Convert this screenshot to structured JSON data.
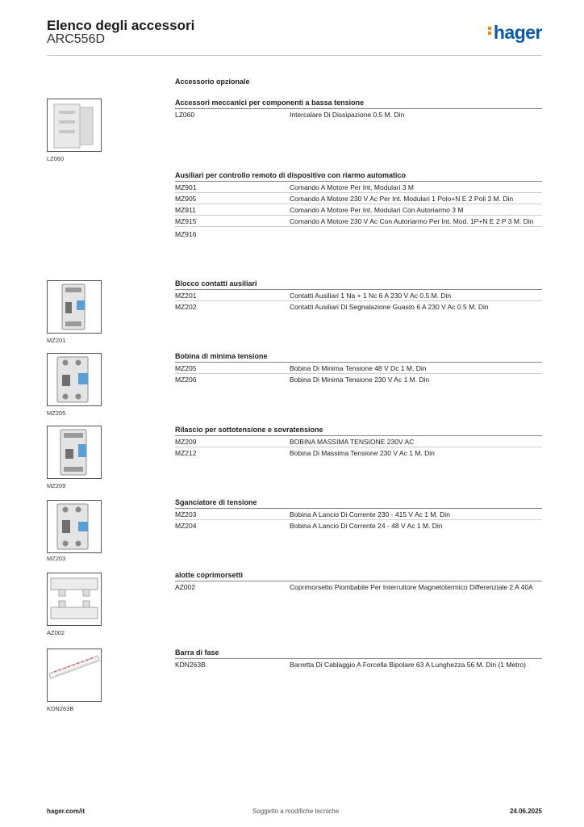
{
  "header": {
    "title": "Elenco degli accessori",
    "subtitle": "ARC556D",
    "brand": "hager"
  },
  "optional_label": "Accessorio opzionale",
  "sections": [
    {
      "title": "Accessori meccanici per componenti a bassa tensione",
      "rows": [
        {
          "code": "LZ060",
          "desc": "Intercalare Di Dissipazione 0.5 M. Din"
        }
      ]
    },
    {
      "title": "Ausiliari per controllo remoto di dispositivo con riarmo automatico",
      "rows": [
        {
          "code": "MZ901",
          "desc": "Comando A Motore Per Int. Modulari 3 M"
        },
        {
          "code": "MZ905",
          "desc": "Comando A Motore 230 V Ac Per Int. Modulari 1 Polo+N E 2 Poli 3 M. Din"
        },
        {
          "code": "MZ911",
          "desc": "Comando A Motore Per Int. Modulari Con Autoriarmo 3 M"
        },
        {
          "code": "MZ915",
          "desc": "Comando A Motore 230 V Ac Con Autoriarmo Per Int. Mod. 1P+N E 2 P 3 M. Din"
        },
        {
          "code": "MZ916",
          "desc": ""
        }
      ]
    },
    {
      "title": "Blocco contatti ausiliari",
      "rows": [
        {
          "code": "MZ201",
          "desc": "Contatti Ausiliari 1 Na + 1 Nc 6 A 230 V Ac 0.5 M. Din"
        },
        {
          "code": "MZ202",
          "desc": "Contatti Ausiliari Di Segnalazione Guasto 6 A 230 V Ac 0.5 M. Din"
        }
      ]
    },
    {
      "title": "Bobina di minima tensione",
      "rows": [
        {
          "code": "MZ205",
          "desc": "Bobina Di Minima Tensione 48 V Dc 1 M. Din"
        },
        {
          "code": "MZ206",
          "desc": "Bobina Di Minima Tensione 230 V Ac 1 M. Din"
        }
      ]
    },
    {
      "title": "Rilascio per sottotensione e sovratensione",
      "rows": [
        {
          "code": "MZ209",
          "desc": "BOBINA MASSIMA TENSIONE 230V AC"
        },
        {
          "code": "MZ212",
          "desc": "Bobina Di Massima Tensione 230 V Ac 1 M. Din"
        }
      ]
    },
    {
      "title": "Sganciatore di tensione",
      "rows": [
        {
          "code": "MZ203",
          "desc": "Bobina A Lancio Di Corrente 230 - 415 V Ac 1 M. Din"
        },
        {
          "code": "MZ204",
          "desc": "Bobina A Lancio Di Corrente 24 - 48 V Ac 1 M. Din"
        }
      ]
    },
    {
      "title": "alotte coprimorsetti",
      "rows": [
        {
          "code": "AZ002",
          "desc": "Coprimorsetto Piombabile Per Interruttore Magnetotermico Differenziale 2 A 40A"
        }
      ]
    },
    {
      "title": "Barra di fase",
      "rows": [
        {
          "code": "KDN263B",
          "desc": "Barretta Di Cablaggio A Forcella Bipolare 63 A Lunghezza 56 M. Din (1 Metro)"
        }
      ]
    }
  ],
  "thumbnails": [
    {
      "caption": "LZ060",
      "icon": "spacer-module-icon"
    },
    {
      "caption": "MZ201",
      "icon": "auxiliary-contact-icon"
    },
    {
      "caption": "MZ205",
      "icon": "undervoltage-coil-icon"
    },
    {
      "caption": "MZ209",
      "icon": "overvoltage-release-icon"
    },
    {
      "caption": "MZ203",
      "icon": "shunt-trip-icon"
    },
    {
      "caption": "AZ002",
      "icon": "terminal-cover-icon"
    },
    {
      "caption": "KDN263B",
      "icon": "busbar-icon"
    }
  ],
  "footer": {
    "left": "hager.com/it",
    "center": "Soggetto a modifiche tecniche",
    "right": "24.06.2025"
  },
  "colors": {
    "brand_blue": "#0a5aa8",
    "brand_orange": "#f08c00",
    "rule": "#888888"
  }
}
